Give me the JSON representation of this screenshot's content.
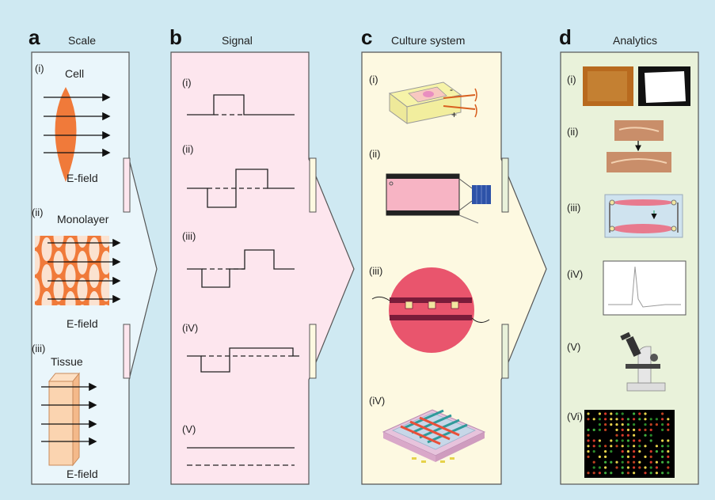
{
  "colors": {
    "background": "#cfe9f2",
    "panel_a": "#eaf6fb",
    "panel_b": "#fde6ee",
    "panel_c": "#fdf9e1",
    "panel_d": "#e9f2da",
    "tissue_orange": "#f07a3a",
    "border": "#555555"
  },
  "panels": [
    {
      "letter": "a",
      "title": "Scale",
      "items": [
        {
          "label": "(i)",
          "name": "Cell",
          "caption": "E-field"
        },
        {
          "label": "(ii)",
          "name": "Monolayer",
          "caption": "E-field"
        },
        {
          "label": "(iii)",
          "name": "Tissue",
          "caption": "E-field"
        }
      ]
    },
    {
      "letter": "b",
      "title": "Signal",
      "items": [
        {
          "label": "(i)"
        },
        {
          "label": "(ii)"
        },
        {
          "label": "(iii)"
        },
        {
          "label": "(iV)"
        },
        {
          "label": "(V)"
        }
      ]
    },
    {
      "letter": "c",
      "title": "Culture system",
      "items": [
        {
          "label": "(i)"
        },
        {
          "label": "(ii)"
        },
        {
          "label": "(iii)"
        },
        {
          "label": "(iV)"
        }
      ]
    },
    {
      "letter": "d",
      "title": "Analytics",
      "items": [
        {
          "label": "(i)"
        },
        {
          "label": "(ii)"
        },
        {
          "label": "(iii)"
        },
        {
          "label": "(iV)"
        },
        {
          "label": "(V)"
        },
        {
          "label": "(Vi)"
        }
      ]
    }
  ],
  "icons": {
    "plus": "+",
    "minus": "-"
  }
}
